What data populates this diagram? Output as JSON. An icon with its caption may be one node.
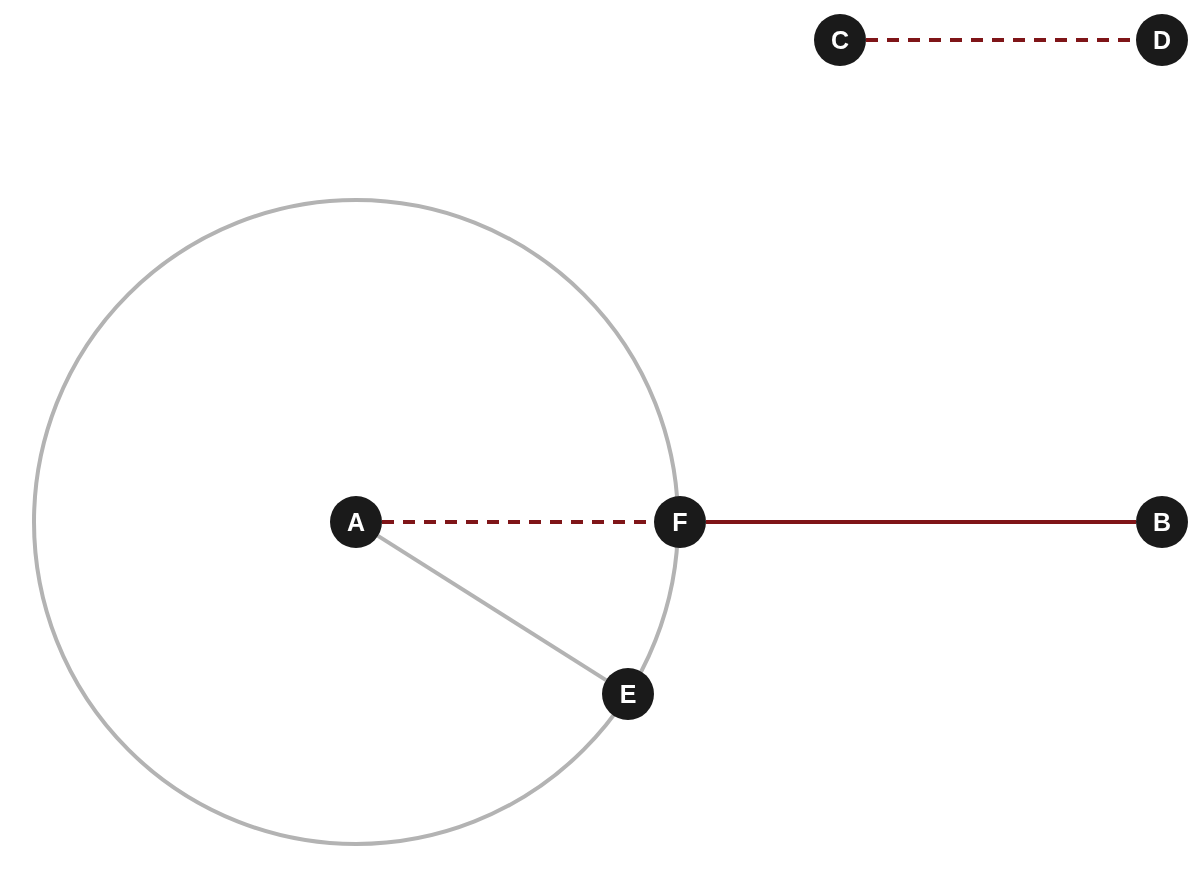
{
  "diagram": {
    "nodes": [
      {
        "text": [
          "C"
        ]
      },
      {
        "text": [
          "D"
        ]
      },
      {
        "text": [
          "A"
        ]
      },
      {
        "text": [
          "F"
        ]
      },
      {
        "text": [
          "B"
        ]
      },
      {
        "text": [
          "E"
        ]
      }
    ],
    "edges": [
      {
        "from": 0,
        "to": 1,
        "arrow": "none",
        "style": "dashed"
      },
      {
        "from": 2,
        "to": 3,
        "arrow": "none",
        "style": "dashed"
      },
      {
        "from": 3,
        "to": 4,
        "arrow": "none"
      },
      {
        "from": 2,
        "to": 5,
        "arrow": "none",
        "color": "#b3b3b3"
      }
    ]
  }
}
